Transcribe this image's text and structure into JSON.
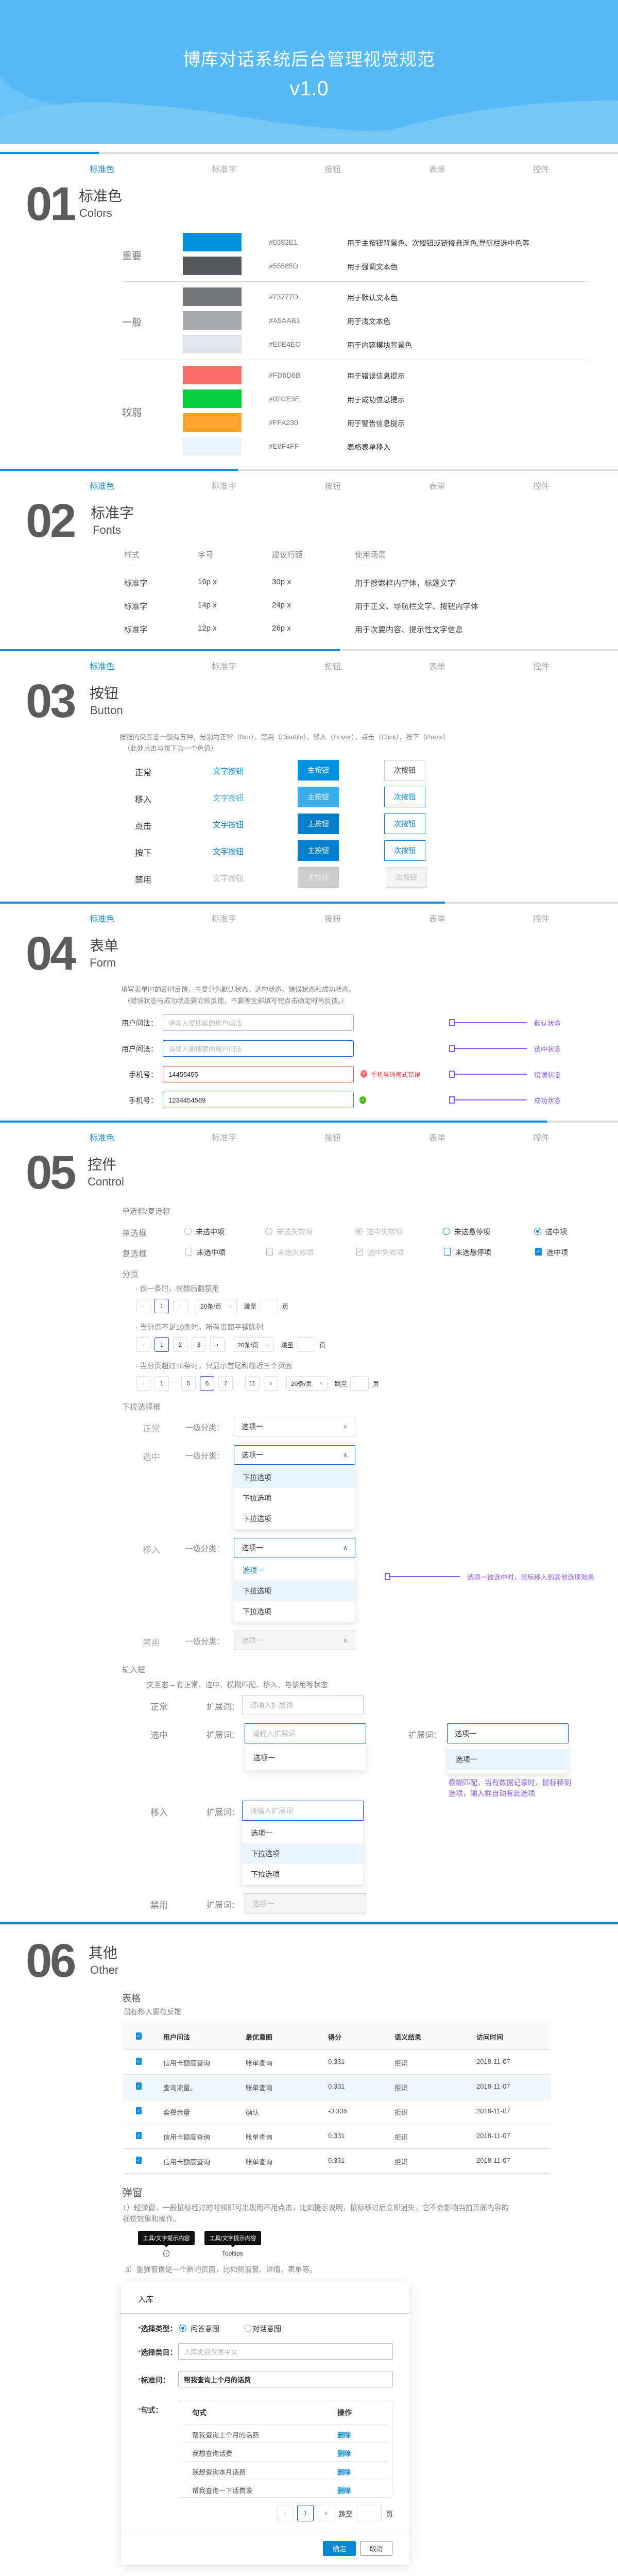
{
  "hero": {
    "title": "博库对话系统后台管理视觉规范",
    "version": "v1.0"
  },
  "nav": {
    "items": [
      "标准色",
      "标准字",
      "按钮",
      "表单",
      "控件"
    ],
    "active": "标准色",
    "progress": [
      0.16,
      0.385,
      0.55,
      0.72,
      0.885,
      1.0
    ],
    "accent": "#0A8FE0"
  },
  "sections": [
    {
      "number": "01",
      "title": "标准色",
      "subtitle": "Colors"
    },
    {
      "number": "02",
      "title": "标准字",
      "subtitle": "Fonts"
    },
    {
      "number": "03",
      "title": "按钮",
      "subtitle": "Button"
    },
    {
      "number": "04",
      "title": "表单",
      "subtitle": "Form"
    },
    {
      "number": "05",
      "title": "控件",
      "subtitle": "Control"
    },
    {
      "number": "06",
      "title": "其他",
      "subtitle": "Other"
    }
  ],
  "colors": {
    "groups": [
      {
        "label": "重要",
        "rows": [
          {
            "hex": "#0392E1",
            "desc": "用于主按钮背景色、次按钮或链接悬浮色,导航栏选中色等"
          },
          {
            "hex": "#55585D",
            "desc": "用于强调文本色"
          }
        ]
      },
      {
        "label": "一般",
        "rows": [
          {
            "hex": "#73777D",
            "desc": "用于默认文本色"
          },
          {
            "hex": "#A5AAB1",
            "desc": "用于浅文本色"
          },
          {
            "hex": "#E0E4EC",
            "desc": "用于内容模块背景色"
          }
        ]
      },
      {
        "label": "较弱",
        "rows": [
          {
            "hex": "#FD6D6B",
            "desc": "用于错误信息提示"
          },
          {
            "hex": "#02CE3E",
            "desc": "用于成功信息提示"
          },
          {
            "hex": "#FFA230",
            "desc": "用于警告信息提示"
          },
          {
            "hex": "#E8F4FF",
            "desc": "表格表单移入"
          }
        ]
      }
    ]
  },
  "fonts": {
    "headers": [
      "样式",
      "字号",
      "建议行距",
      "使用场景"
    ],
    "rows": [
      [
        "标准字",
        "16p x",
        "30p x",
        "用于搜索框内字体，标题文字"
      ],
      [
        "标准字",
        "14p x",
        "24p x",
        "用于正文、导航栏文字、按钮内字体"
      ],
      [
        "标准字",
        "12p x",
        "26p x",
        "用于次要内容、提示性文字信息"
      ]
    ]
  },
  "buttons": {
    "desc_line1": "按钮的交互态一般有五种，分别为正常（Nor），禁用（Disable），移入（Hover），点击（Click），按下（Press）",
    "desc_line2": "（此处点击与按下为一个色值）",
    "text_label": "文字按钮",
    "primary_label": "主按钮",
    "secondary_label": "次按钮",
    "states": [
      "正常",
      "移入",
      "点击",
      "按下",
      "禁用"
    ]
  },
  "form": {
    "desc_line1": "填写表单时的即时反馈，主要分为默认状态、选中状态、错误状态和成功状态。",
    "desc_line2": "（错误状态与成功状态要立即反馈，不要等全部填写完点击确定时再反馈。）",
    "rows": [
      {
        "label": "用户问法：",
        "placeholder": "请输入要搜索的用户问法",
        "value": "",
        "state": "默认状态"
      },
      {
        "label": "用户问法：",
        "placeholder": "请输入要搜索的用户问法",
        "value": "",
        "state": "选中状态"
      },
      {
        "label": "手机号：",
        "placeholder": "",
        "value": "14455455",
        "state": "错误状态",
        "message": "手机号码格式错误"
      },
      {
        "label": "手机号：",
        "placeholder": "",
        "value": "1234454569",
        "state": "成功状态"
      }
    ]
  },
  "controls": {
    "radio_check_title": "单选框/复选框",
    "radio_label": "单选框",
    "checkbox_label": "复选框",
    "option_states": [
      "未选中项",
      "未选失效项",
      "选中失效项",
      "未选悬停项",
      "选中项"
    ],
    "pagination_title": "分页",
    "pagination": [
      {
        "note": "仅一条时，前翻后翻禁用",
        "pages": [
          "1"
        ],
        "active": "1"
      },
      {
        "note": "当分页不足10条时，所有页面平铺陈列",
        "pages": [
          "1",
          "2",
          "3"
        ],
        "active": "1"
      },
      {
        "note": "当分页超过10条时，只显示首尾和临近三个页面",
        "pages": [
          "1",
          "…",
          "5",
          "6",
          "7",
          "…",
          "11"
        ],
        "active": "6"
      }
    ],
    "page_size": "20条/页",
    "jump_label": "跳至",
    "page_unit": "页",
    "select_title": "下拉选择框",
    "select_label": "一级分类：",
    "select_value": "选项一",
    "select_states": [
      "正常",
      "选中",
      "移入",
      "禁用"
    ],
    "dropdown_option": "下拉选项",
    "select_note": "选项一被选中时，鼠标移入到其他选项效果",
    "input_title": "输入框",
    "input_desc": "交互态 – 有正常、选中、模糊匹配、移入、与禁用等状态",
    "input_label": "扩展词：",
    "input_placeholder": "请输入扩展词",
    "input_states": [
      "正常",
      "选中",
      "移入",
      "禁用"
    ],
    "fuzzy_note_line1": "模糊匹配，当有数据记录时，鼠标移到",
    "fuzzy_note_line2": "选项，输入框自动有此选项"
  },
  "other": {
    "table_title": "表格",
    "table_note": "鼠标移入要有反馈",
    "table_headers": [
      "用户问法",
      "最优意图",
      "得分",
      "语义结果",
      "访问时间"
    ],
    "table_rows": [
      [
        "信用卡额度查询",
        "账单查询",
        "0.331",
        "拒识",
        "2018-11-07"
      ],
      [
        "查询流量。",
        "账单查询",
        "0.331",
        "拒识",
        "2018-11-07"
      ],
      [
        "套餐余量",
        "确认",
        "-0.336",
        "拒识",
        "2018-11-07"
      ],
      [
        "信用卡额度查询",
        "账单查询",
        "0.331",
        "拒识",
        "2018-11-07"
      ],
      [
        "信用卡额度查询",
        "账单查询",
        "0.331",
        "拒识",
        "2018-11-07"
      ]
    ],
    "popup_title": "弹窗",
    "popup_desc1_line1": "1）轻弹窗，一般鼠标经过的时候即可出现而不用点击，比如提示说明，鼠标移过后立即消失，它不会影响当前页面内容的",
    "popup_desc1_line2": "视觉效果和操作。",
    "tooltip_text": "工具/文字提示内容",
    "tooltip_label": "Tooltips",
    "popup_desc3": "3）重弹窗像是一个新的页面，比如侧滑窗、详情、表单等。",
    "modal": {
      "title": "入库",
      "type_label": "选择类型：",
      "type_options": [
        "问答意图",
        "对话意图"
      ],
      "type_selected": "问答意图",
      "category_label": "选择类目：",
      "category_placeholder": "入库类目仅限中文",
      "question_label": "标准问：",
      "question_value": "帮我查询上个月的话费",
      "pattern_label": "句式：",
      "pattern_headers": [
        "句式",
        "操作"
      ],
      "patterns": [
        "帮我查询上个月的话费",
        "我想查询话费",
        "我想查询本月话费",
        "帮我查询一下话费诶"
      ],
      "delete_label": "删除",
      "page": "1",
      "jump_label": "跳至",
      "page_unit": "页",
      "ok_label": "确定",
      "cancel_label": "取消"
    }
  }
}
